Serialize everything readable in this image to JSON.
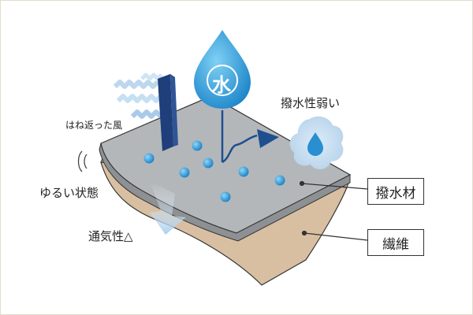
{
  "labels": {
    "drop_char": "水",
    "weak_repellency": "撥水性弱い",
    "bounced_wind": "はね返った風",
    "loose_state": "ゆるい状態",
    "breathability": "通気性△",
    "repellent_material": "撥水材",
    "fiber": "繊維"
  },
  "colors": {
    "frame_border": "#e4dccd",
    "repellent_layer": "#b4b7ba",
    "fiber_layer": "#d9bfa2",
    "water_blue": "#2f93d0",
    "wind_bar": "#1f3f7a",
    "arrow": "#1f4f8f"
  },
  "icons": [
    "water-drop-icon",
    "wind-arrow-icon",
    "wind-blocker-icon",
    "bounce-arrow-icon",
    "vibration-icon"
  ]
}
